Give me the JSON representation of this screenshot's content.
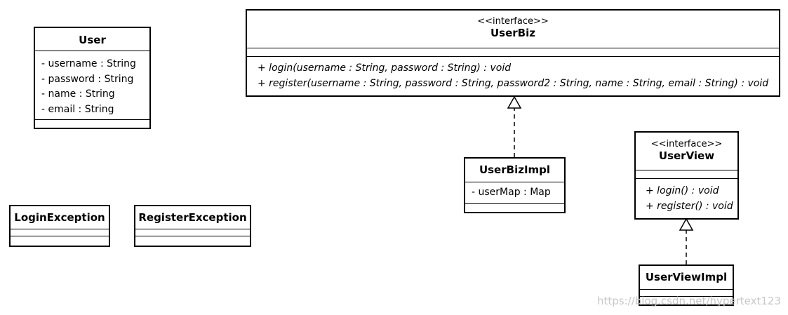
{
  "classes": {
    "user": {
      "name": "User",
      "attributes": [
        "- username : String",
        "- password : String",
        "- name : String",
        "- email : String"
      ]
    },
    "login_exception": {
      "name": "LoginException"
    },
    "register_exception": {
      "name": "RegisterException"
    },
    "user_biz": {
      "stereotype": "<<interface>>",
      "name": "UserBiz",
      "operations": [
        "+ login(username : String, password : String) : void",
        "+ register(username : String, password : String, password2 : String, name : String, email : String) : void"
      ]
    },
    "user_biz_impl": {
      "name": "UserBizImpl",
      "attributes": [
        "- userMap : Map"
      ]
    },
    "user_view": {
      "stereotype": "<<interface>>",
      "name": "UserView",
      "operations": [
        "+ login() : void",
        "+ register() : void"
      ]
    },
    "user_view_impl": {
      "name": "UserViewImpl"
    }
  },
  "watermark": "https://blog.csdn.net/hypertext123"
}
